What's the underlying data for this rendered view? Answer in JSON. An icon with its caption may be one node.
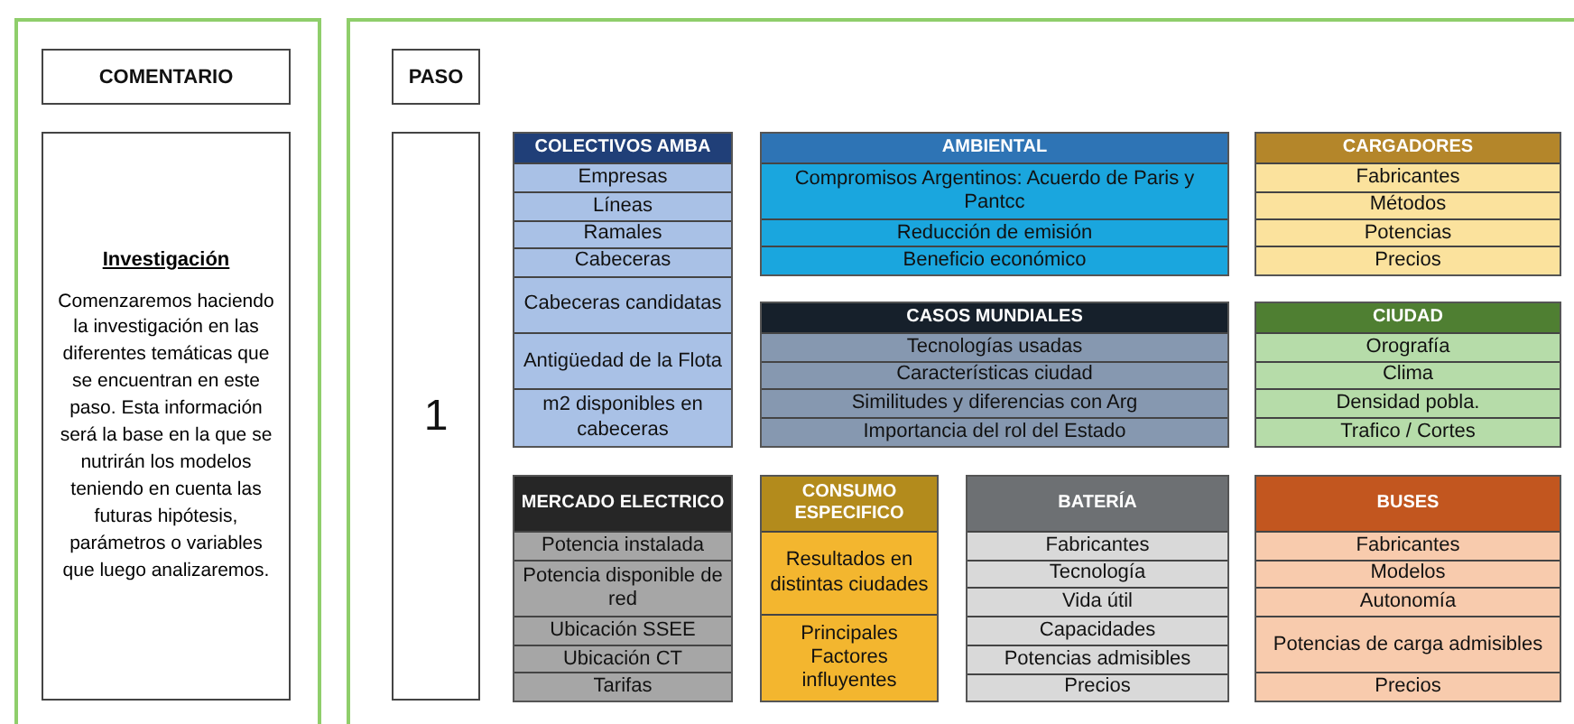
{
  "diagram": {
    "nodes": [
      {
        "text": [],
        "shape": "box"
      },
      {
        "text": [
          "COMENTARIO"
        ],
        "in": 0
      },
      {
        "text": [
          "Investigación",
          "Comenzaremos haciendo la investigación en las diferentes temáticas que se encuentran en este paso. Esta información será la base en la que se nutrirán los modelos teniendo en cuenta las futuras hipótesis, parámetros o variables que luego analizaremos."
        ],
        "in": 0
      },
      {
        "text": [],
        "shape": "box"
      },
      {
        "text": [
          "PASO"
        ],
        "in": 3
      },
      {
        "text": [
          "1"
        ],
        "in": 3
      },
      {
        "text": [
          "COLECTIVOS AMBA",
          "Empresas",
          "Líneas",
          "Ramales",
          "Cabeceras",
          "Cabeceras candidatas",
          "Antigüedad de la Flota",
          "m2 disponibles en cabeceras"
        ],
        "in": 3
      },
      {
        "text": [
          "AMBIENTAL",
          "Compromisos Argentinos: Acuerdo de Paris y Pantcc",
          "Reducción de emisión",
          "Beneficio económico"
        ],
        "in": 3
      },
      {
        "text": [
          "CARGADORES",
          "Fabricantes",
          "Métodos",
          "Potencias",
          "Precios"
        ],
        "in": 3
      },
      {
        "text": [
          "CASOS MUNDIALES",
          "Tecnologías usadas",
          "Características ciudad",
          "Similitudes y diferencias con Arg",
          "Importancia del rol del Estado"
        ],
        "in": 3
      },
      {
        "text": [
          "CIUDAD",
          "Orografía",
          "Clima",
          "Densidad pobla.",
          "Trafico / Cortes"
        ],
        "in": 3
      },
      {
        "text": [
          "MERCADO ELECTRICO",
          "Potencia instalada",
          "Potencia disponible de red",
          "Ubicación SSEE",
          "Ubicación CT",
          "Tarifas"
        ],
        "in": 3
      },
      {
        "text": [
          "CONSUMO ESPECIFICO",
          "Resultados en distintas ciudades",
          "Principales Factores influyentes"
        ],
        "in": 3
      },
      {
        "text": [
          "BATERÍA",
          "Fabricantes",
          "Tecnología",
          "Vida útil",
          "Capacidades",
          "Potencias admisibles",
          "Precios"
        ],
        "in": 3
      },
      {
        "text": [
          "BUSES",
          "Fabricantes",
          "Modelos",
          "Autonomía",
          "Potencias de carga admisibles",
          "Precios"
        ],
        "in": 3
      }
    ]
  }
}
